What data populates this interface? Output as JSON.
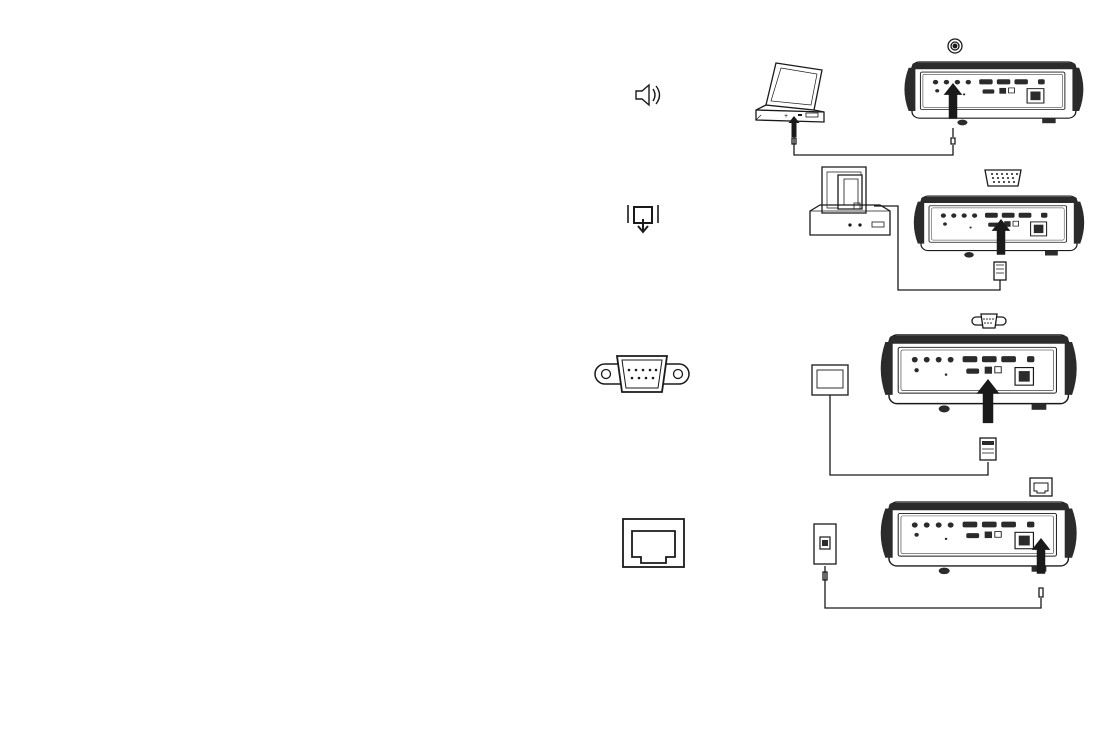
{
  "page": {
    "background": "#ffffff",
    "ink": "#1a1a1a",
    "panel_dark": "#2b2b2b"
  },
  "rows": [
    {
      "id": "audio",
      "icon": "speaker-icon",
      "device": "laptop",
      "port_symbol": "audio-jack-symbol"
    },
    {
      "id": "monitor",
      "icon": "monitor-out-icon",
      "device": "desktop-computer",
      "port_symbol": "vga-port-symbol"
    },
    {
      "id": "serial",
      "icon": "db9-serial-port-icon",
      "device": "serial-box",
      "port_symbol": "db9-port-symbol"
    },
    {
      "id": "network",
      "icon": "rj45-network-port-icon",
      "device": "wall-jack",
      "port_symbol": "rj45-port-symbol"
    }
  ]
}
